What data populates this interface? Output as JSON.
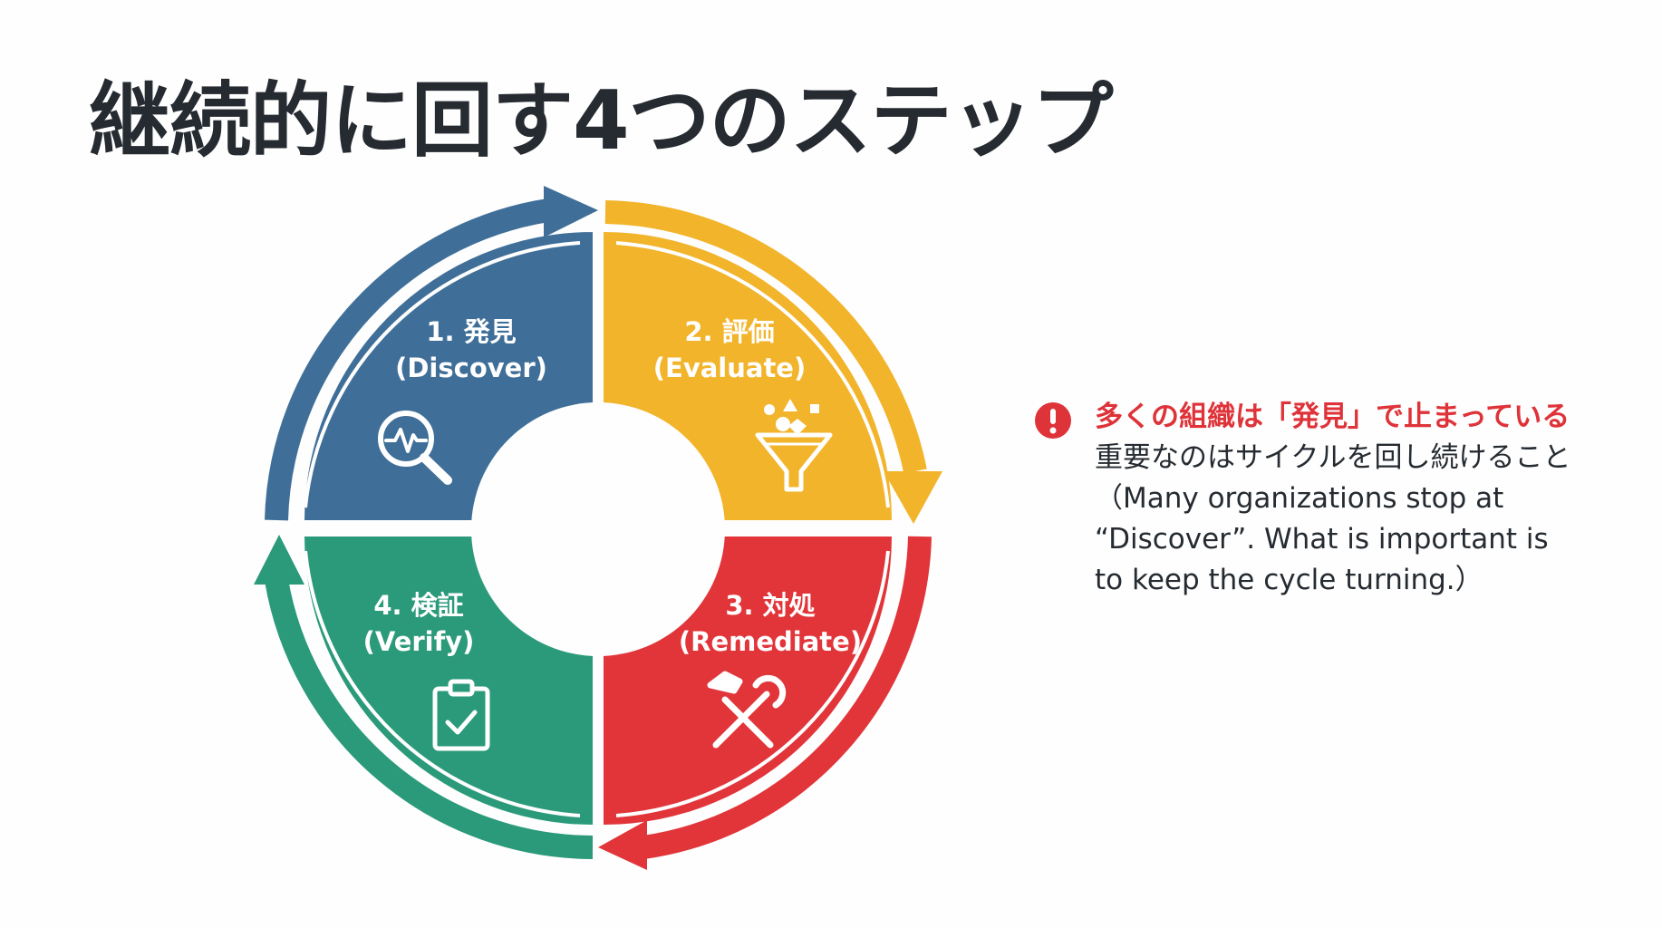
{
  "title": "継続的に回す4つのステップ",
  "steps": [
    {
      "number_label": "1. 発見",
      "english": "(Discover)",
      "color": "#3f6f98",
      "icon": "magnifier-pulse-icon"
    },
    {
      "number_label": "2. 評価",
      "english": "(Evaluate)",
      "color": "#f2b42b",
      "icon": "funnel-icon"
    },
    {
      "number_label": "3. 対処",
      "english": "(Remediate)",
      "color": "#e1353a",
      "icon": "hammer-wrench-icon"
    },
    {
      "number_label": "4. 検証",
      "english": "(Verify)",
      "color": "#2b9a7a",
      "icon": "clipboard-check-icon"
    }
  ],
  "callout": {
    "icon": "exclamation-icon",
    "warning": "多くの組織は「発見」で止まっている",
    "message": "重要なのはサイクルを回し続けること",
    "english": "（Many organizations stop at “Discover”. What is important is to keep the cycle turning.）",
    "warning_color": "#de3339"
  }
}
